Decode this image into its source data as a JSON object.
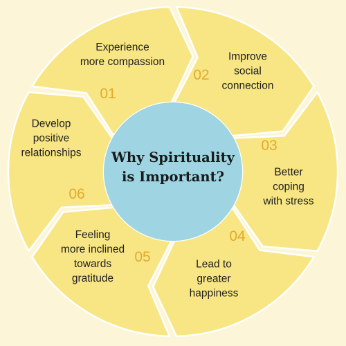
{
  "center": {
    "title": "Why Spirituality\nis Important?"
  },
  "segments": [
    {
      "number": "01",
      "label": "Experience\nmore compassion"
    },
    {
      "number": "02",
      "label": "Improve\nsocial\nconnection"
    },
    {
      "number": "03",
      "label": "Better\ncoping\nwith stress"
    },
    {
      "number": "04",
      "label": "Lead to\ngreater\nhappiness"
    },
    {
      "number": "05",
      "label": "Feeling\nmore inclined\ntowards\ngratitude"
    },
    {
      "number": "06",
      "label": "Develop\npositive\nrelationships"
    }
  ],
  "colors": {
    "background": "#fdf5d7",
    "segment_fill": "#f8e684",
    "segment_stroke": "#ffffff",
    "center_fill": "#9fd4e3",
    "number_color": "#e2aa2e"
  }
}
